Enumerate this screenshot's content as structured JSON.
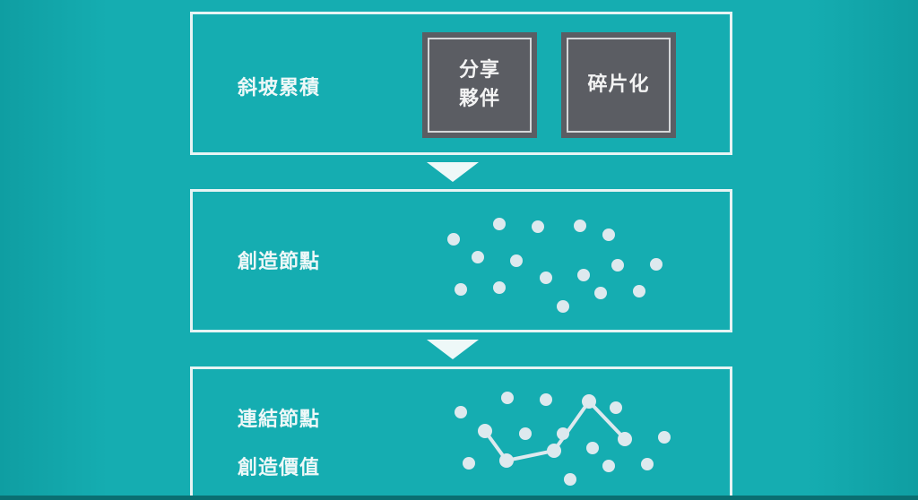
{
  "steps": [
    {
      "label": "斜坡累積",
      "boxes": [
        {
          "lines": [
            "分享",
            "夥伴"
          ]
        },
        {
          "lines": [
            "碎片化"
          ]
        }
      ]
    },
    {
      "label": "創造節點"
    },
    {
      "label_line1": "連結節點",
      "label_line2": "創造價值"
    }
  ],
  "colors": {
    "background": "#15adb1",
    "panel_border": "#e6f4f4",
    "box_fill": "#5b5d63",
    "dot": "#dde9ee"
  }
}
